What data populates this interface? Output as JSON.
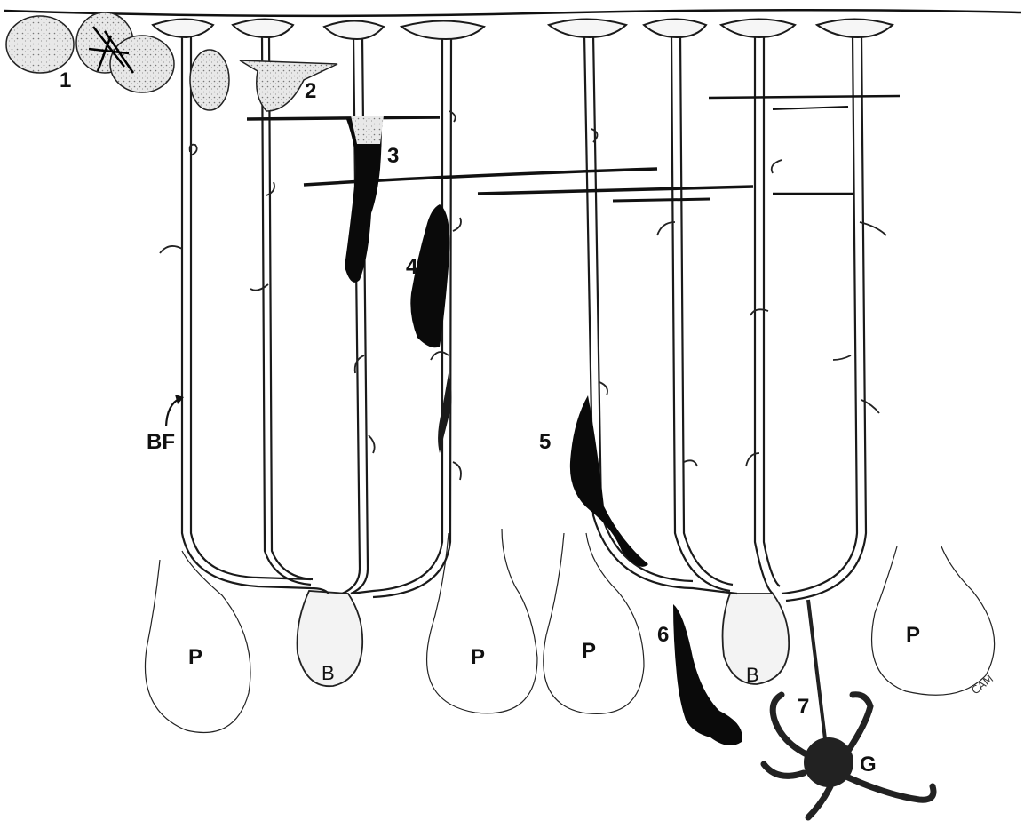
{
  "figure": {
    "labels": {
      "one": "1",
      "two": "2",
      "three": "3",
      "four": "4",
      "five": "5",
      "six": "6",
      "seven": "7",
      "bf": "BF",
      "g": "G",
      "b": "B",
      "p": "P"
    },
    "signature": "CAM"
  }
}
